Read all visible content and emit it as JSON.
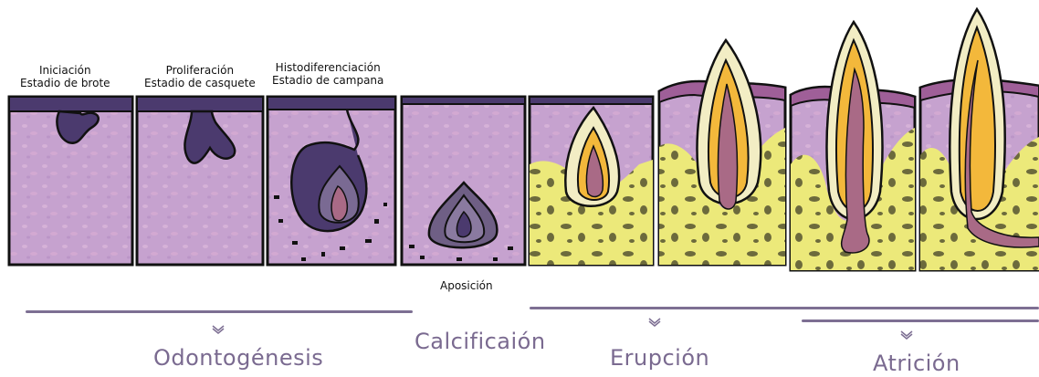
{
  "stages": [
    {
      "line1": "Iniciación",
      "line2": "Estadio de brote"
    },
    {
      "line1": "Proliferación",
      "line2": "Estadio de casquete"
    },
    {
      "line1": "Histodiferenciación",
      "line2": "Estadio de campana"
    },
    {
      "line1": "Aposición",
      "line2": ""
    }
  ],
  "phases": {
    "odontogenesis": "Odontogénesis",
    "calcificacion": "Calcificaión",
    "erupcion": "Erupción",
    "atricion": "Atrición"
  },
  "colors": {
    "tissue": "#c9a6d0",
    "dark": "#4b3a6e",
    "bone": "#ecea7a",
    "enamel": "#f2edc4",
    "dentin": "#f3b83b",
    "pulp": "#a96a86",
    "gum": "#9f5f98",
    "bar": "#7d6f93"
  }
}
